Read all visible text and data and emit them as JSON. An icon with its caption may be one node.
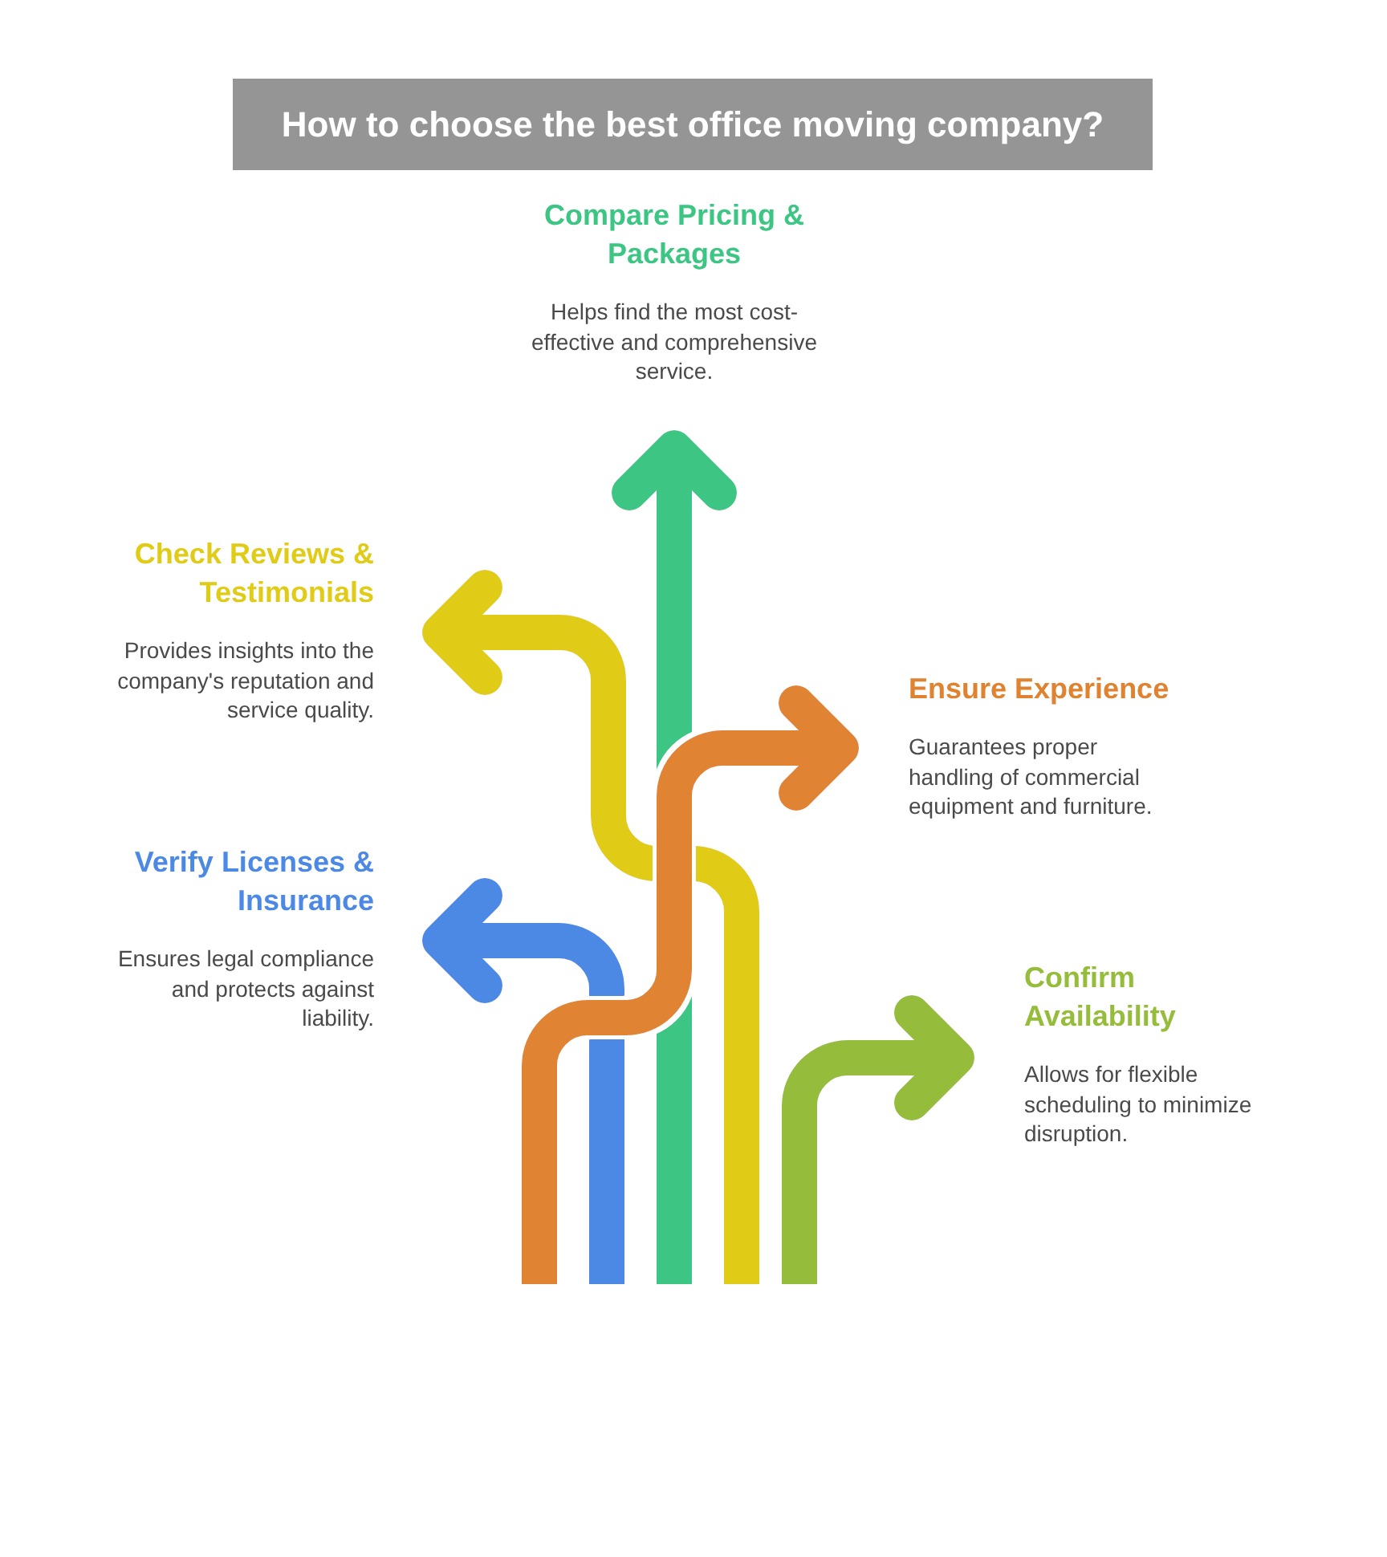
{
  "diagram": {
    "title": "How to choose the best office moving company?",
    "nodes": [
      {
        "text": [
          "Compare Pricing & Packages",
          "Helps find the most cost-effective and comprehensive service."
        ]
      },
      {
        "text": [
          "Check Reviews & Testimonials",
          "Provides insights into the company's reputation and service quality."
        ]
      },
      {
        "text": [
          "Ensure Experience",
          "Guarantees proper handling of commercial equipment and furniture."
        ]
      },
      {
        "text": [
          "Verify Licenses & Insurance",
          "Ensures legal compliance and protects against liability."
        ]
      },
      {
        "text": [
          "Confirm Availability",
          "Allows for flexible scheduling to minimize disruption."
        ]
      }
    ],
    "edges": [
      {
        "from": null,
        "to": 0,
        "arrow": "to",
        "color": "#3dc583"
      },
      {
        "from": null,
        "to": 1,
        "arrow": "to",
        "color": "#e0cb17"
      },
      {
        "from": null,
        "to": 2,
        "arrow": "to",
        "color": "#e08331"
      },
      {
        "from": null,
        "to": 3,
        "arrow": "to",
        "color": "#4c89e5"
      },
      {
        "from": null,
        "to": 4,
        "arrow": "to",
        "color": "#95bd3b"
      }
    ]
  }
}
